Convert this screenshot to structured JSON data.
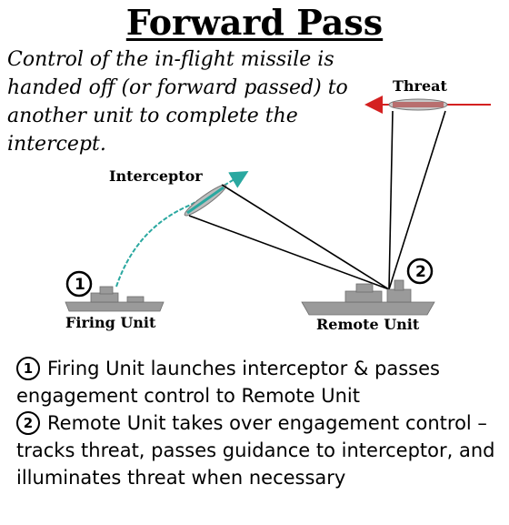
{
  "title": "Forward Pass",
  "description": "Control of the in-flight missile is handed off (or forward passed) to another unit to complete the intercept.",
  "diagram": {
    "threat_label": "Threat",
    "interceptor_label": "Interceptor",
    "firing_unit_label": "Firing Unit",
    "remote_unit_label": "Remote Unit",
    "marker_1": "1",
    "marker_2": "2",
    "colors": {
      "threat_arrow": "#d42020",
      "interceptor_path": "#2aa8a0",
      "lines": "#000000"
    }
  },
  "steps": [
    {
      "number": "1",
      "text": "Firing Unit launches interceptor & passes engagement control to Remote Unit"
    },
    {
      "number": "2",
      "text": "Remote Unit takes over engagement control – tracks threat, passes guidance to interceptor, and illuminates threat when necessary"
    }
  ]
}
